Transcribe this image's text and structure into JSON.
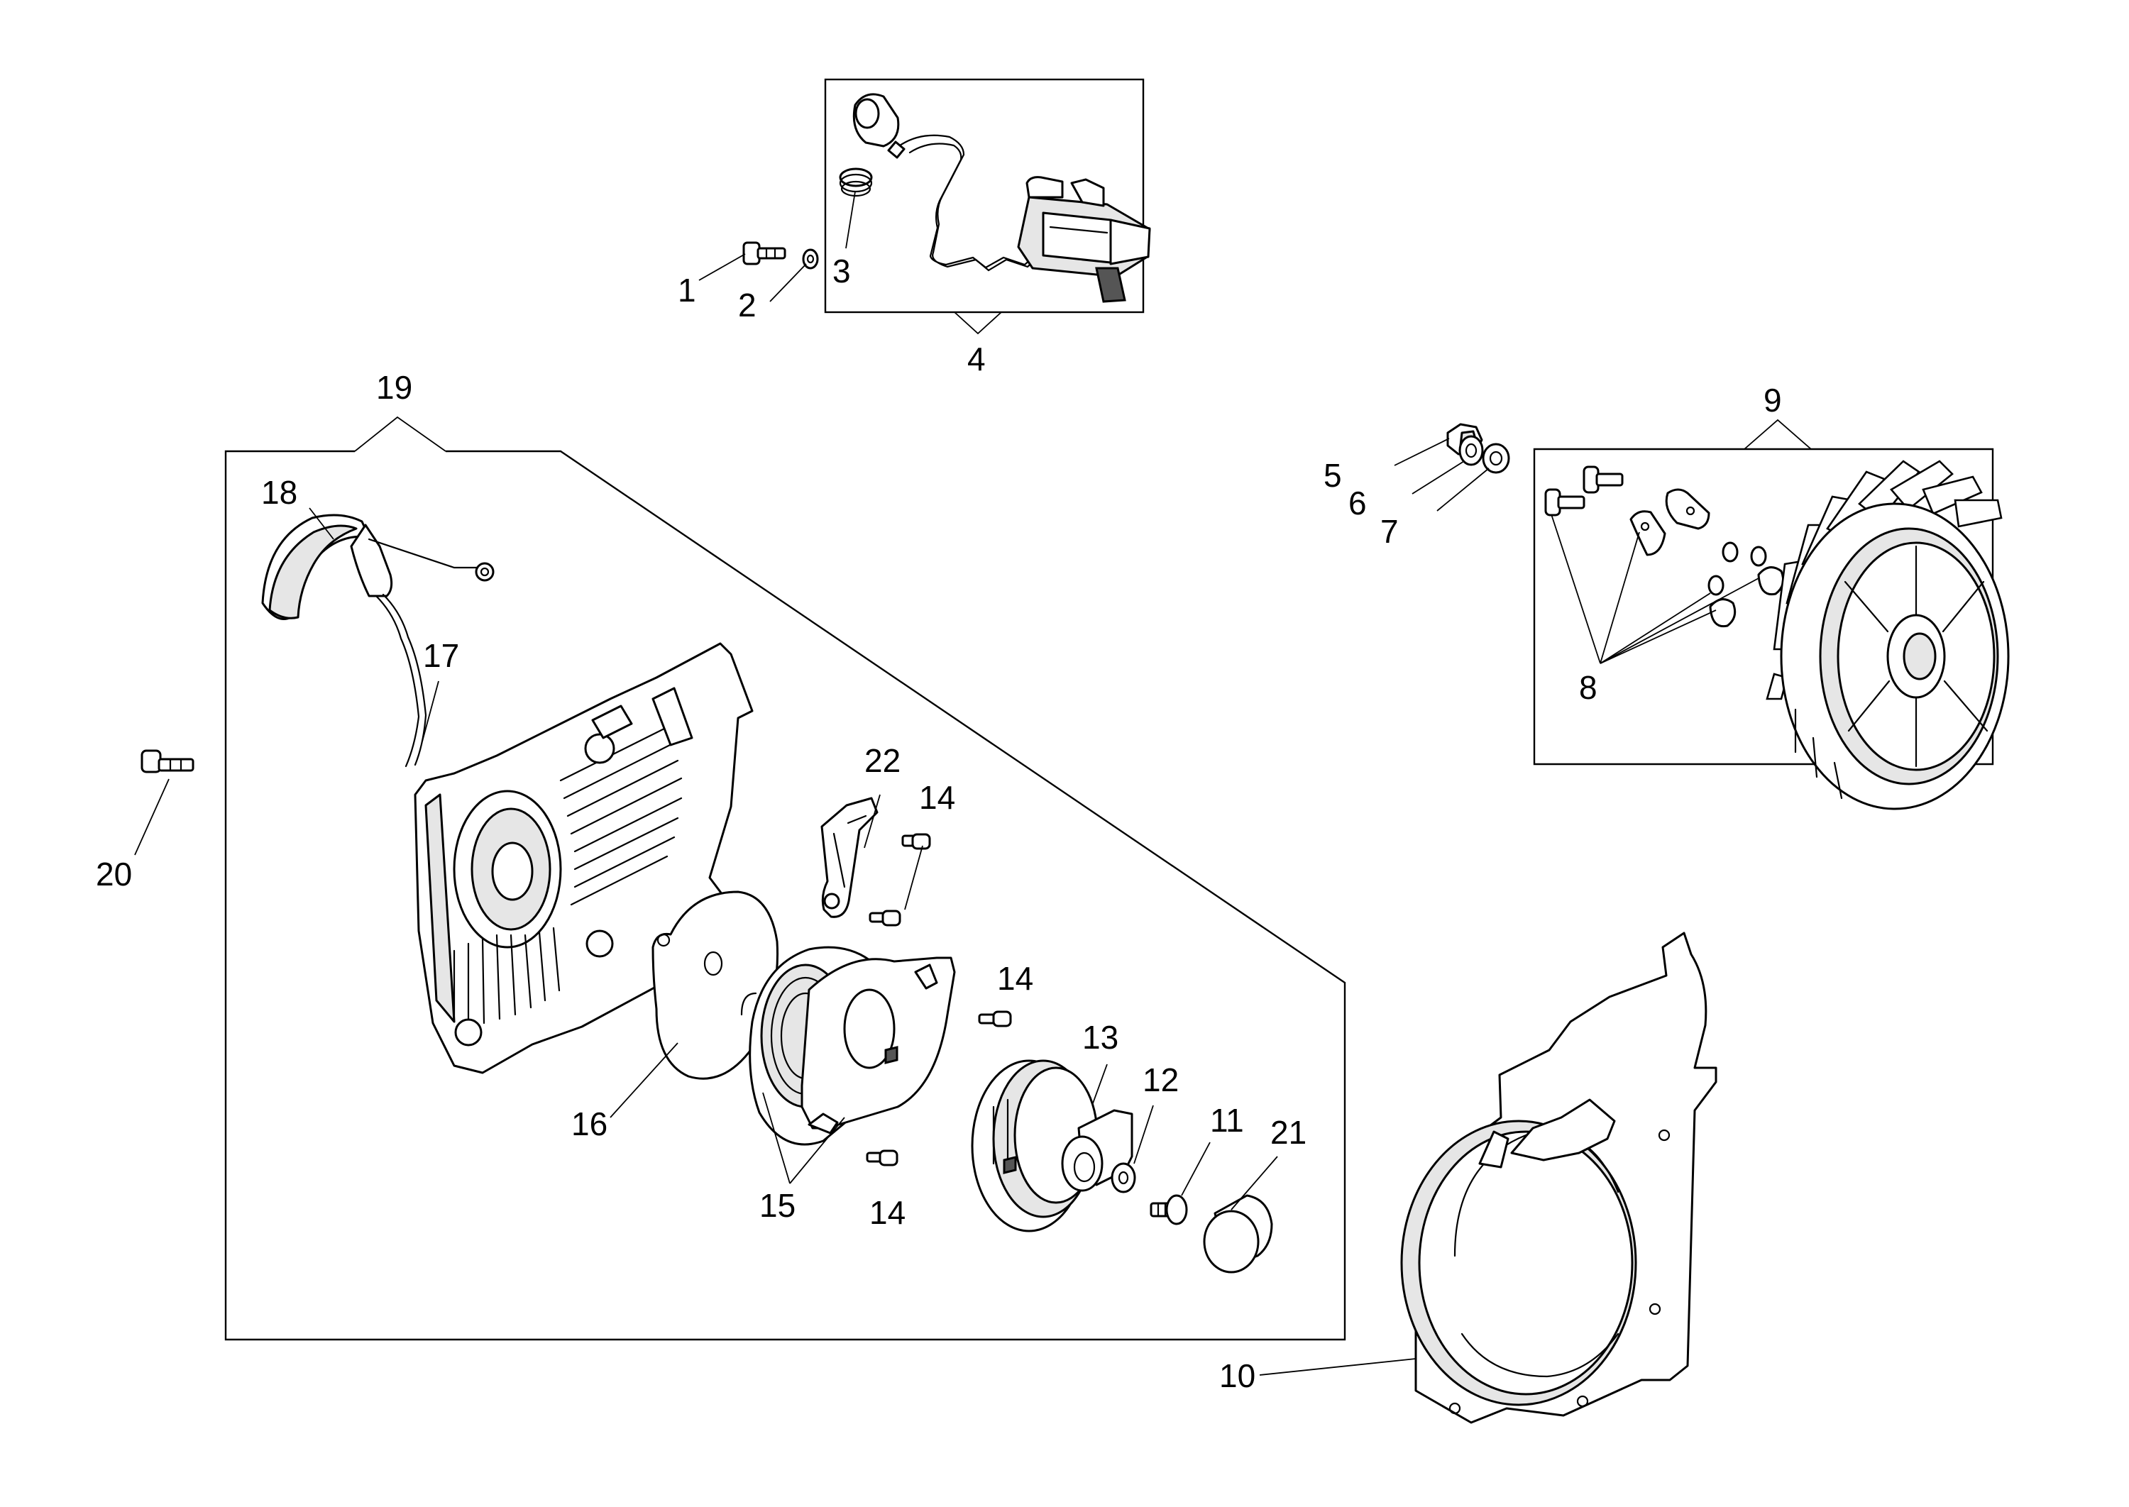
{
  "labels": {
    "l1": "1",
    "l2": "2",
    "l3": "3",
    "l4": "4",
    "l5": "5",
    "l6": "6",
    "l7": "7",
    "l8": "8",
    "l9": "9",
    "l10": "10",
    "l11": "11",
    "l12": "12",
    "l13": "13",
    "l14a": "14",
    "l14b": "14",
    "l14c": "14",
    "l15": "15",
    "l16": "16",
    "l17": "17",
    "l18": "18",
    "l19": "19",
    "l20": "20",
    "l21": "21",
    "l22": "22"
  },
  "icons": {
    "ignition": "ignition-coil-icon",
    "flywheel": "flywheel-icon",
    "starter": "starter-housing-icon",
    "fan_cover": "fan-housing-icon"
  },
  "colors": {
    "line": "#000000",
    "background": "#ffffff"
  }
}
